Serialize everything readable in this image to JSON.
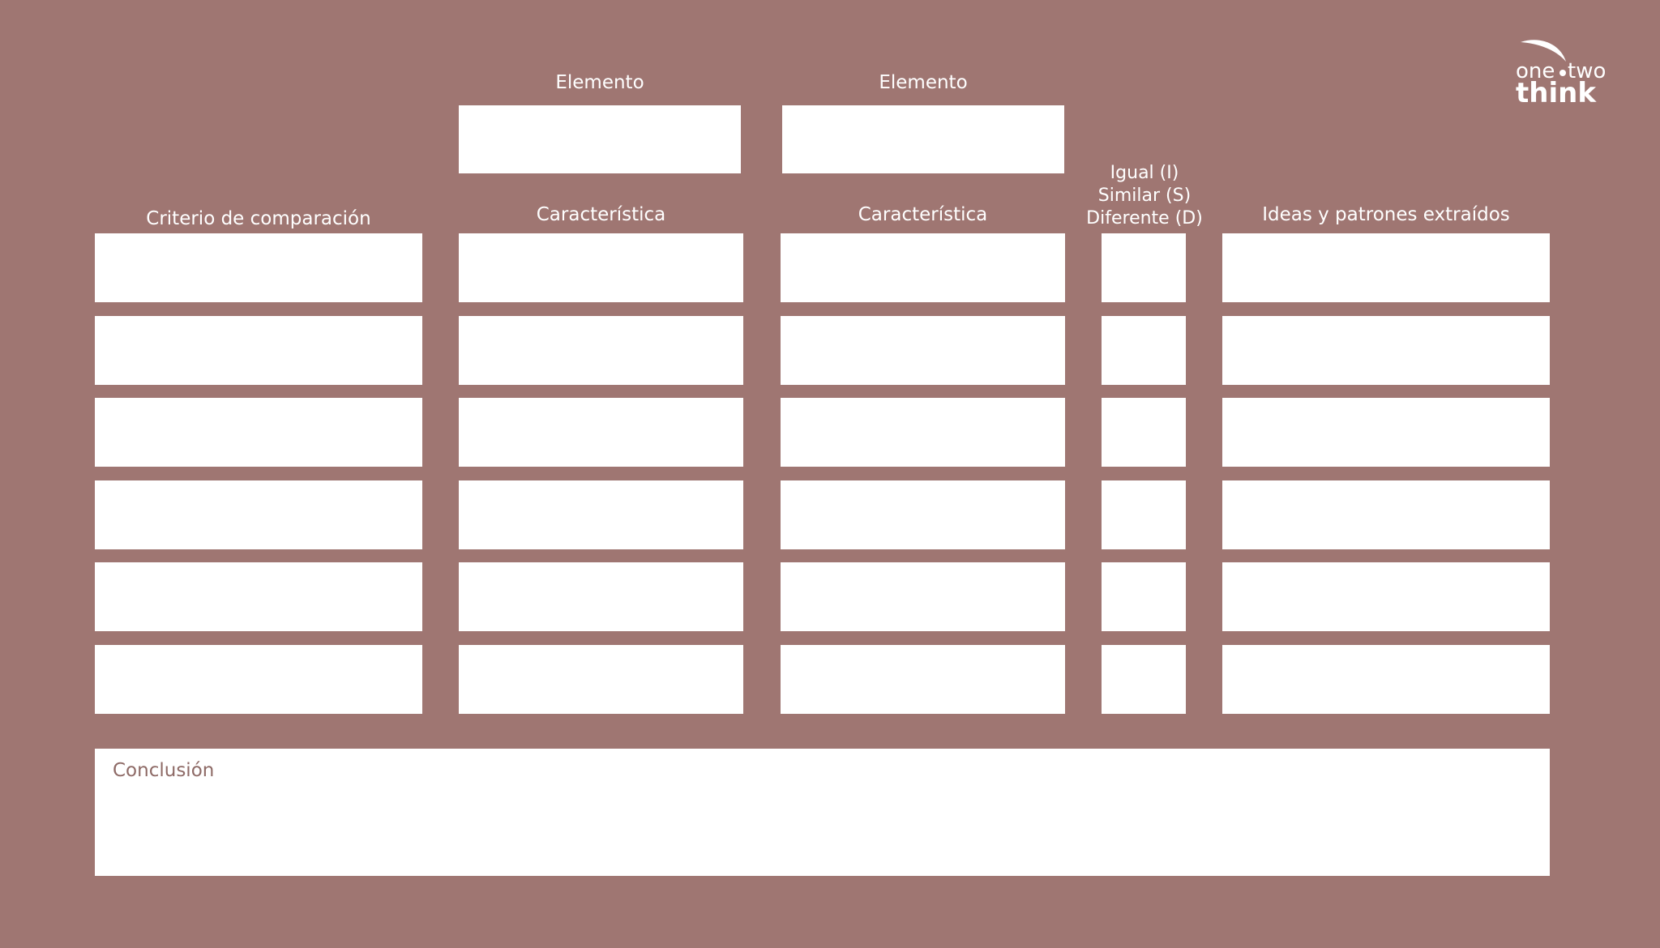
{
  "header": {
    "element_a_label": "Elemento",
    "element_b_label": "Elemento"
  },
  "columns": {
    "criterion": "Criterio de comparación",
    "feature_a": "Característica",
    "feature_b": "Característica",
    "comparison_lines": [
      "Igual (I)",
      "Similar (S)",
      "Diferente (D)"
    ],
    "ideas": "Ideas y patrones extraídos"
  },
  "rows": [
    {
      "criterion": "",
      "feature_a": "",
      "feature_b": "",
      "comparison": "",
      "ideas": ""
    },
    {
      "criterion": "",
      "feature_a": "",
      "feature_b": "",
      "comparison": "",
      "ideas": ""
    },
    {
      "criterion": "",
      "feature_a": "",
      "feature_b": "",
      "comparison": "",
      "ideas": ""
    },
    {
      "criterion": "",
      "feature_a": "",
      "feature_b": "",
      "comparison": "",
      "ideas": ""
    },
    {
      "criterion": "",
      "feature_a": "",
      "feature_b": "",
      "comparison": "",
      "ideas": ""
    },
    {
      "criterion": "",
      "feature_a": "",
      "feature_b": "",
      "comparison": "",
      "ideas": ""
    }
  ],
  "conclusion": {
    "label": "Conclusión"
  },
  "logo": {
    "line1_left": "one",
    "line1_right": "two",
    "line2": "think"
  },
  "colors": {
    "background": "#9f7672",
    "box": "#ffffff",
    "text": "#ffffff",
    "conclusion_text": "#8e6a66"
  }
}
